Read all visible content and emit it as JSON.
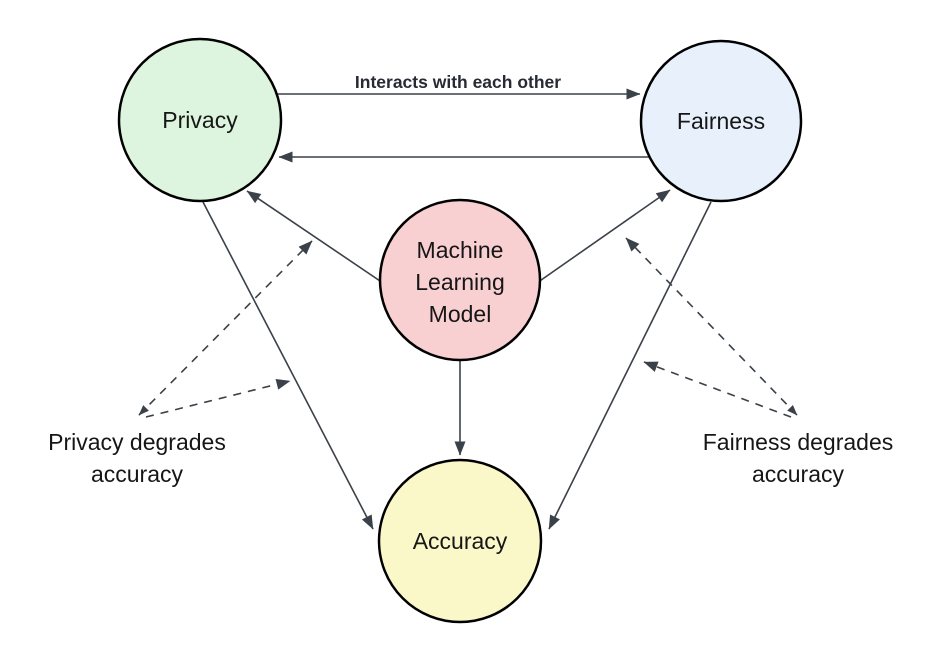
{
  "diagram": {
    "nodes": {
      "privacy": {
        "label": "Privacy",
        "fill": "#ddf5de"
      },
      "fairness": {
        "label": "Fairness",
        "fill": "#e8f1fb"
      },
      "ml": {
        "label_lines": {
          "0": "Machine",
          "1": "Learning",
          "2": "Model"
        },
        "fill": "#f9d0d2"
      },
      "accuracy": {
        "label": "Accuracy",
        "fill": "#faf8c8"
      }
    },
    "edge_labels": {
      "privacy_fairness": "Interacts with each other"
    },
    "annotations": {
      "left": {
        "line1": "Privacy degrades",
        "line2": "accuracy"
      },
      "right": {
        "line1": "Fairness degrades",
        "line2": "accuracy"
      }
    },
    "colors": {
      "node_stroke": "#000000",
      "edge": "#3a4149",
      "text": "#161616",
      "background": "#ffffff"
    }
  }
}
